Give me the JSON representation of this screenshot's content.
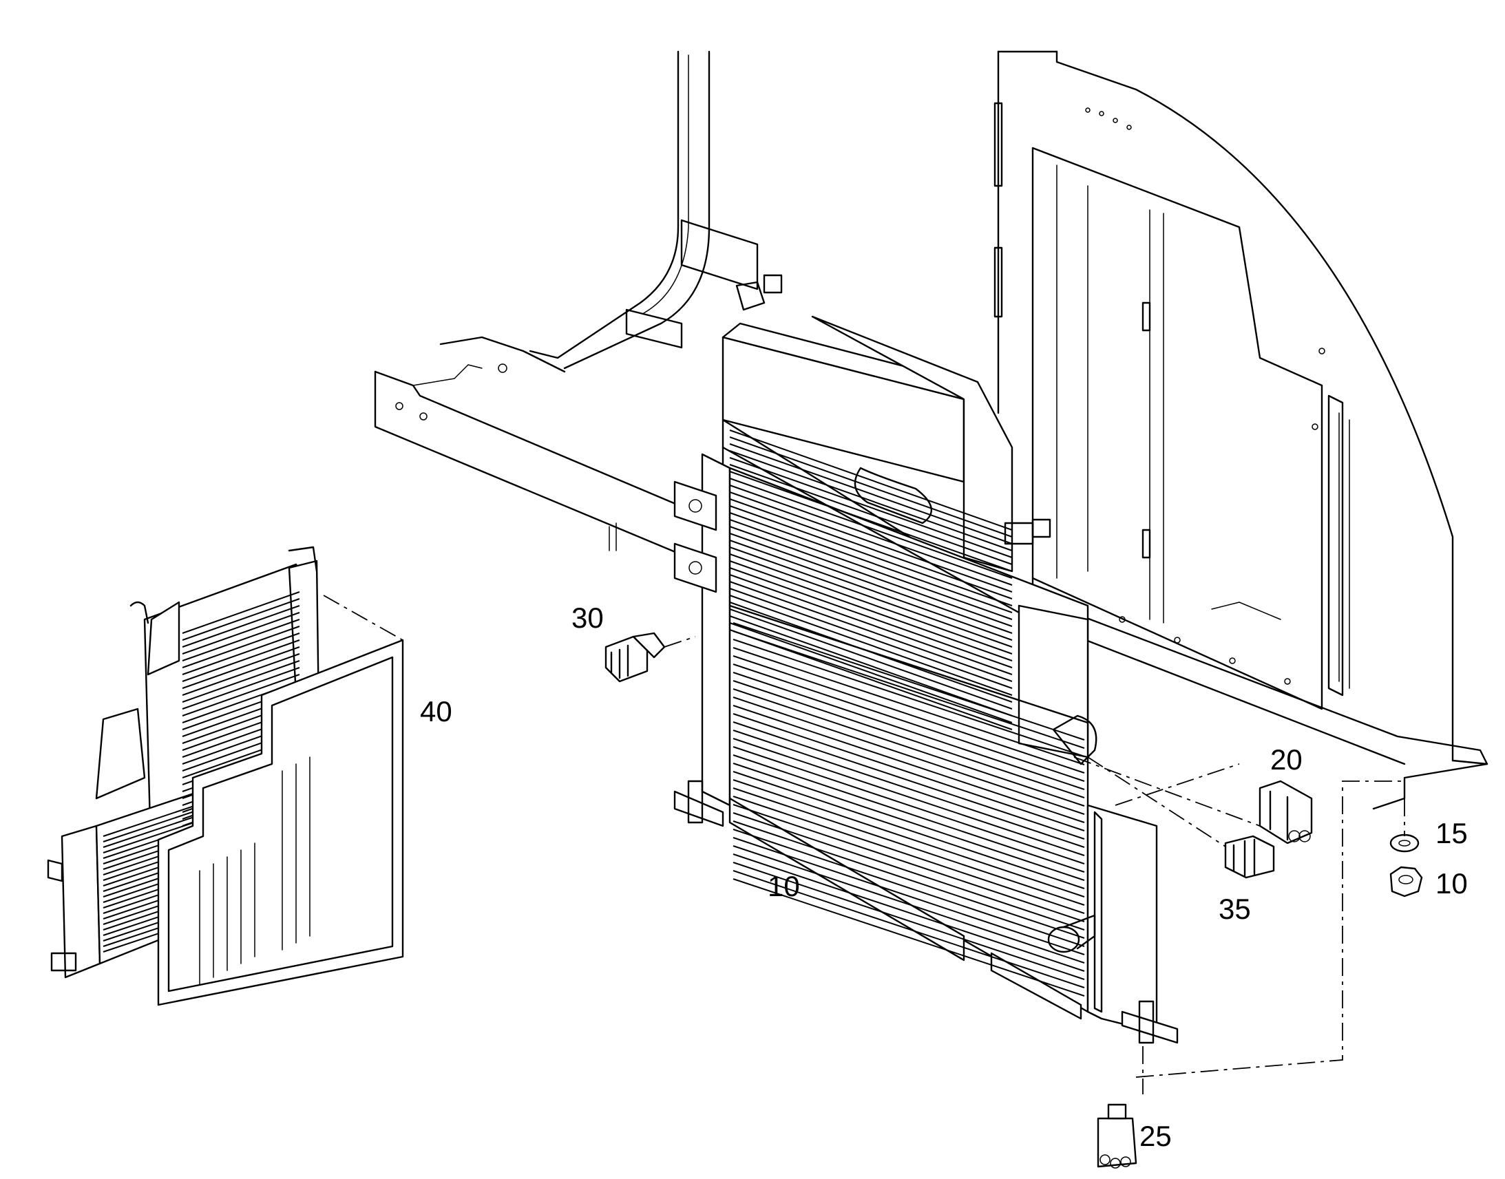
{
  "callouts": {
    "c10_radiator": "10",
    "c10_nut": "10",
    "c15": "15",
    "c20": "20",
    "c25": "25",
    "c30": "30",
    "c35": "35",
    "c40": "40"
  },
  "colors": {
    "line": "#000000",
    "background": "#ffffff"
  }
}
